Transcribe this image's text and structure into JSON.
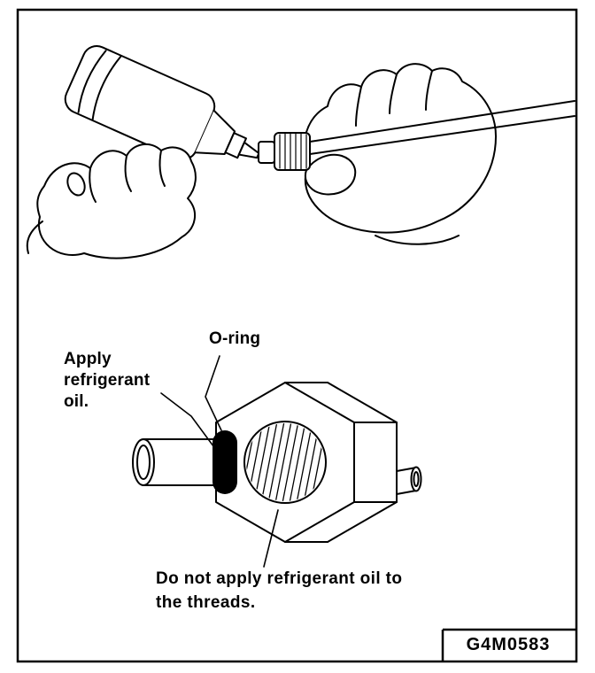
{
  "figure": {
    "code": "G4M0583",
    "labels": {
      "o_ring": "O-ring",
      "apply_oil": [
        "Apply",
        "refrigerant",
        "oil."
      ],
      "do_not_apply": [
        "Do not apply refrigerant oil to",
        "the threads."
      ]
    },
    "colors": {
      "line": "#000000",
      "background": "#ffffff",
      "o_ring_fill": "#000000"
    }
  }
}
